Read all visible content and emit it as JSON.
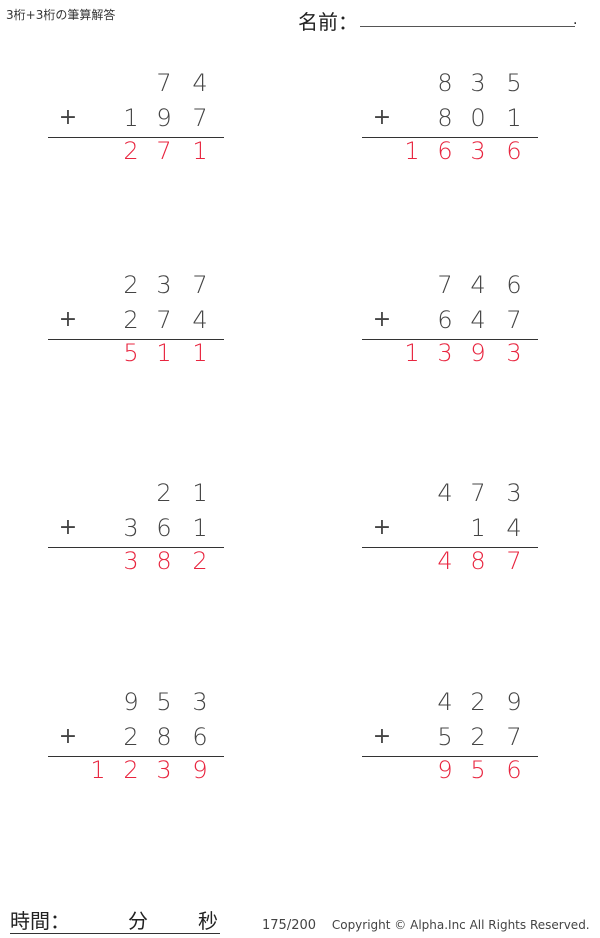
{
  "header": {
    "title": "3桁+3桁の筆算解答",
    "name_label": "名前：",
    "name_end": "."
  },
  "colors": {
    "answer": "#e8253f",
    "digits": "#444444"
  },
  "problems": [
    {
      "a": [
        "",
        "",
        "7",
        "4"
      ],
      "b": [
        "",
        "1",
        "9",
        "7"
      ],
      "op": "+",
      "ans": [
        "",
        "2",
        "7",
        "1"
      ]
    },
    {
      "a": [
        "",
        "8",
        "3",
        "5"
      ],
      "b": [
        "",
        "8",
        "0",
        "1"
      ],
      "op": "+",
      "ans": [
        "1",
        "6",
        "3",
        "6"
      ]
    },
    {
      "a": [
        "",
        "2",
        "3",
        "7"
      ],
      "b": [
        "",
        "2",
        "7",
        "4"
      ],
      "op": "+",
      "ans": [
        "",
        "5",
        "1",
        "1"
      ]
    },
    {
      "a": [
        "",
        "7",
        "4",
        "6"
      ],
      "b": [
        "",
        "6",
        "4",
        "7"
      ],
      "op": "+",
      "ans": [
        "1",
        "3",
        "9",
        "3"
      ]
    },
    {
      "a": [
        "",
        "",
        "2",
        "1"
      ],
      "b": [
        "",
        "3",
        "6",
        "1"
      ],
      "op": "+",
      "ans": [
        "",
        "3",
        "8",
        "2"
      ]
    },
    {
      "a": [
        "",
        "4",
        "7",
        "3"
      ],
      "b": [
        "",
        "",
        "1",
        "4"
      ],
      "op": "+",
      "ans": [
        "",
        "4",
        "8",
        "7"
      ]
    },
    {
      "a": [
        "",
        "9",
        "5",
        "3"
      ],
      "b": [
        "",
        "2",
        "8",
        "6"
      ],
      "op": "+",
      "ans": [
        "1",
        "2",
        "3",
        "9"
      ]
    },
    {
      "a": [
        "",
        "4",
        "2",
        "9"
      ],
      "b": [
        "",
        "5",
        "2",
        "7"
      ],
      "op": "+",
      "ans": [
        "",
        "9",
        "5",
        "6"
      ]
    }
  ],
  "footer": {
    "time_label": "時間：",
    "minutes_label": "分",
    "seconds_label": "秒",
    "page": "175/200",
    "copyright": "Copyright © Alpha.Inc All Rights Reserved."
  }
}
